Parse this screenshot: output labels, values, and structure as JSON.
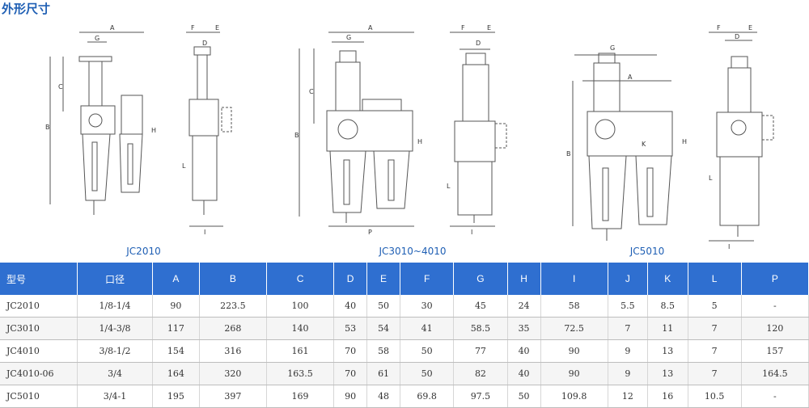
{
  "title": "外形尺寸",
  "captions": [
    "JC2010",
    "JC3010~4010",
    "JC5010"
  ],
  "dim_letters": {
    "A": "A",
    "B": "B",
    "C": "C",
    "D": "D",
    "E": "E",
    "F": "F",
    "G": "G",
    "H": "H",
    "I": "I",
    "K": "K",
    "L": "L",
    "P": "P"
  },
  "table": {
    "headers": [
      "型号",
      "口径",
      "A",
      "B",
      "C",
      "D",
      "E",
      "F",
      "G",
      "H",
      "I",
      "J",
      "K",
      "L",
      "P"
    ],
    "rows": [
      [
        "JC2010",
        "1/8-1/4",
        "90",
        "223.5",
        "100",
        "40",
        "50",
        "30",
        "45",
        "24",
        "58",
        "5.5",
        "8.5",
        "5",
        "-"
      ],
      [
        "JC3010",
        "1/4-3/8",
        "117",
        "268",
        "140",
        "53",
        "54",
        "41",
        "58.5",
        "35",
        "72.5",
        "7",
        "11",
        "7",
        "120"
      ],
      [
        "JC4010",
        "3/8-1/2",
        "154",
        "316",
        "161",
        "70",
        "58",
        "50",
        "77",
        "40",
        "90",
        "9",
        "13",
        "7",
        "157"
      ],
      [
        "JC4010-06",
        "3/4",
        "164",
        "320",
        "163.5",
        "70",
        "61",
        "50",
        "82",
        "40",
        "90",
        "9",
        "13",
        "7",
        "164.5"
      ],
      [
        "JC5010",
        "3/4-1",
        "195",
        "397",
        "169",
        "90",
        "48",
        "69.8",
        "97.5",
        "50",
        "109.8",
        "12",
        "16",
        "10.5",
        "-"
      ]
    ]
  }
}
